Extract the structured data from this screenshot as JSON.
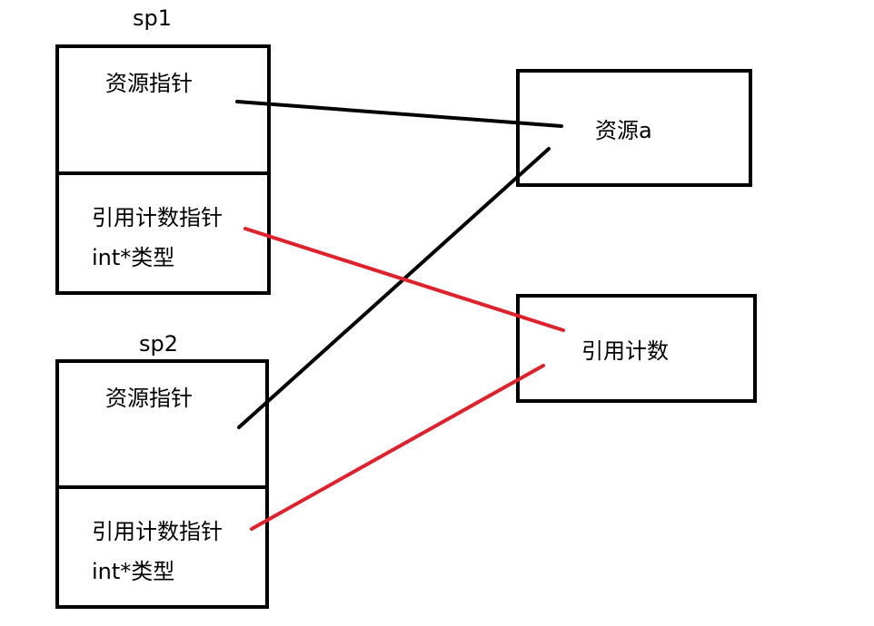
{
  "sp1": {
    "title": "sp1",
    "resource_pointer": "资源指针",
    "refcount_pointer": "引用计数指针",
    "refcount_type": "int*类型"
  },
  "sp2": {
    "title": "sp2",
    "resource_pointer": "资源指针",
    "refcount_pointer": "引用计数指针",
    "refcount_type": "int*类型"
  },
  "resource": {
    "label": "资源a"
  },
  "refcount": {
    "label": "引用计数"
  },
  "colors": {
    "box_border": "#000000",
    "resource_link": "#000000",
    "refcount_link": "#e0202a"
  }
}
